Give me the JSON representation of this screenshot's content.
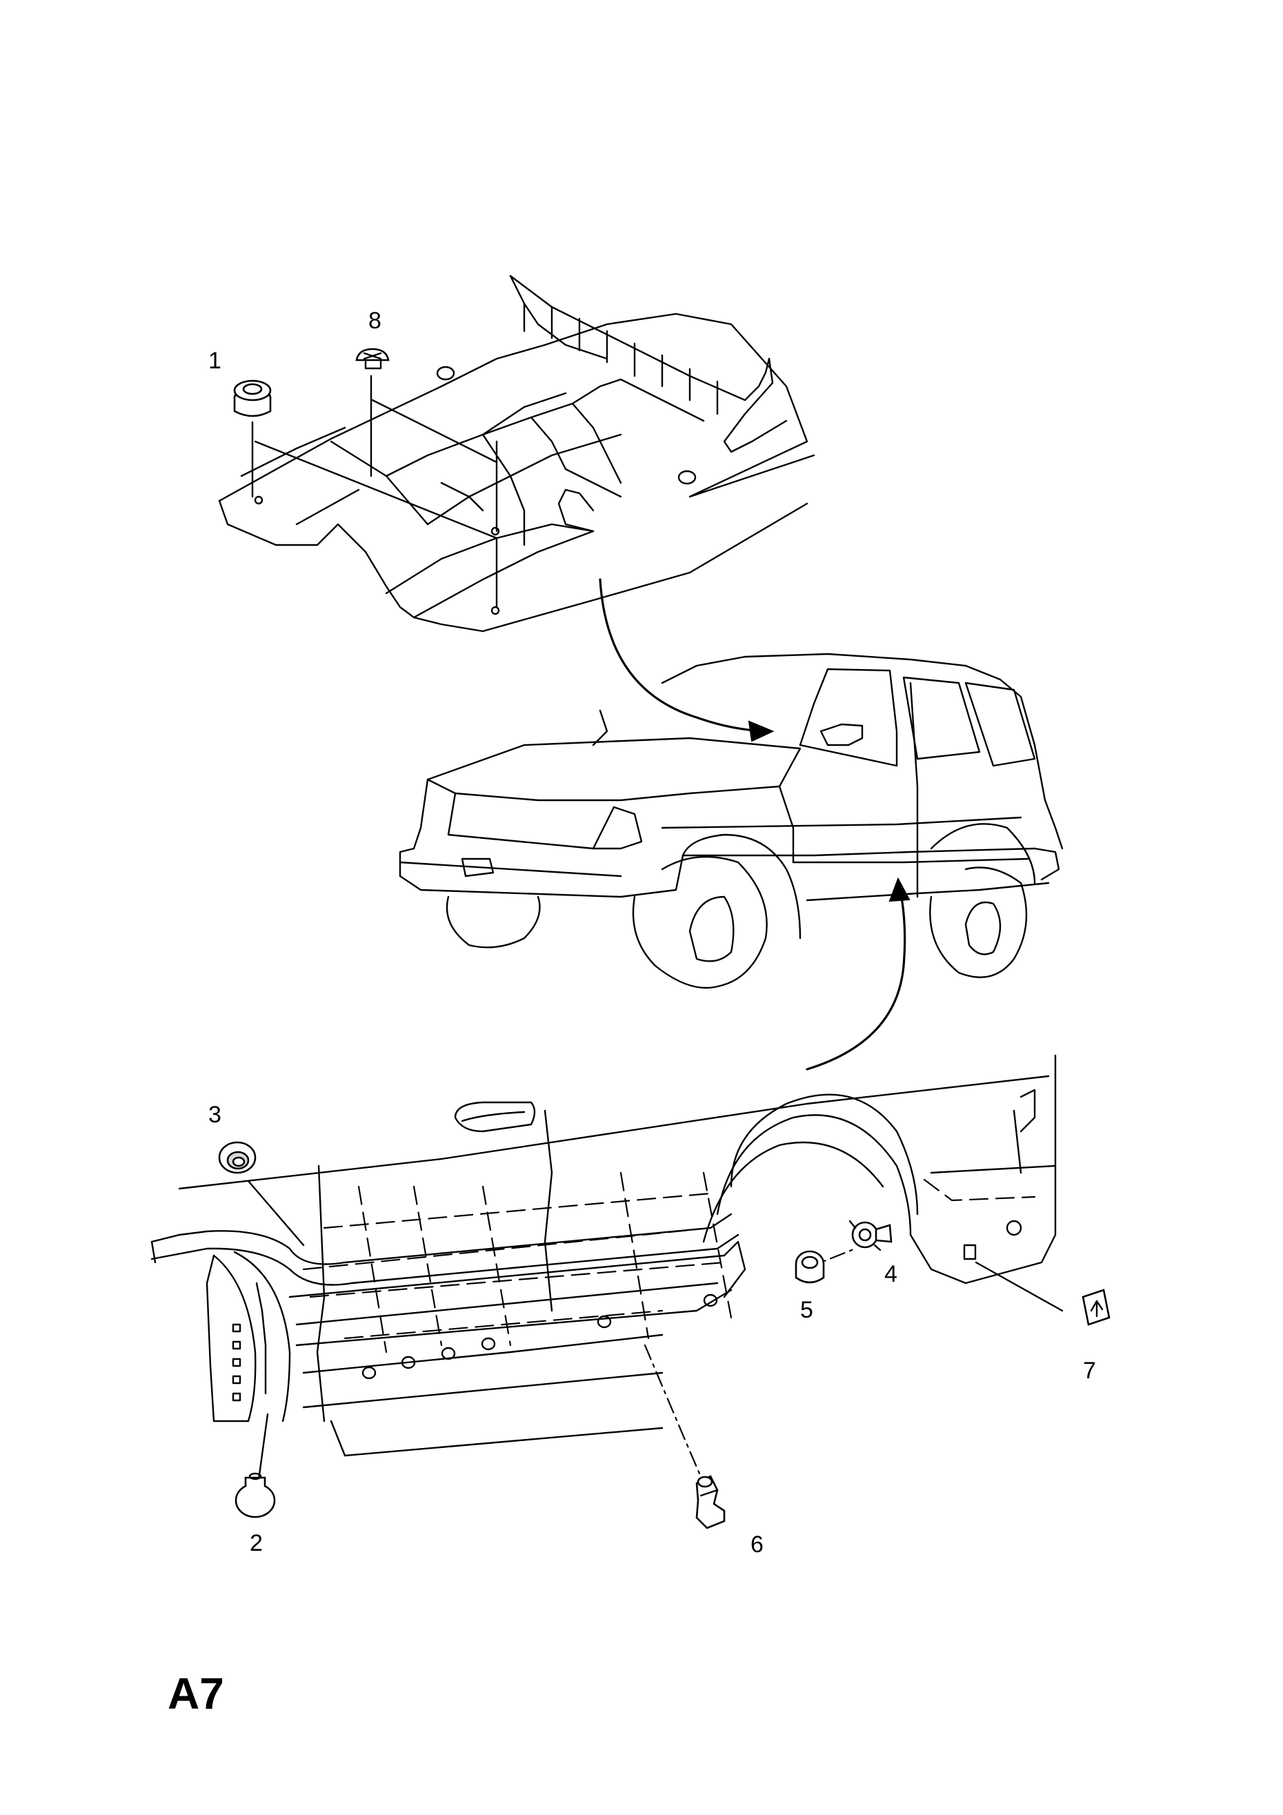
{
  "page_code": "A7",
  "callouts": [
    {
      "id": "1",
      "label": "1"
    },
    {
      "id": "2",
      "label": "2"
    },
    {
      "id": "3",
      "label": "3"
    },
    {
      "id": "4",
      "label": "4"
    },
    {
      "id": "5",
      "label": "5"
    },
    {
      "id": "6",
      "label": "6"
    },
    {
      "id": "7",
      "label": "7"
    },
    {
      "id": "8",
      "label": "8"
    }
  ]
}
